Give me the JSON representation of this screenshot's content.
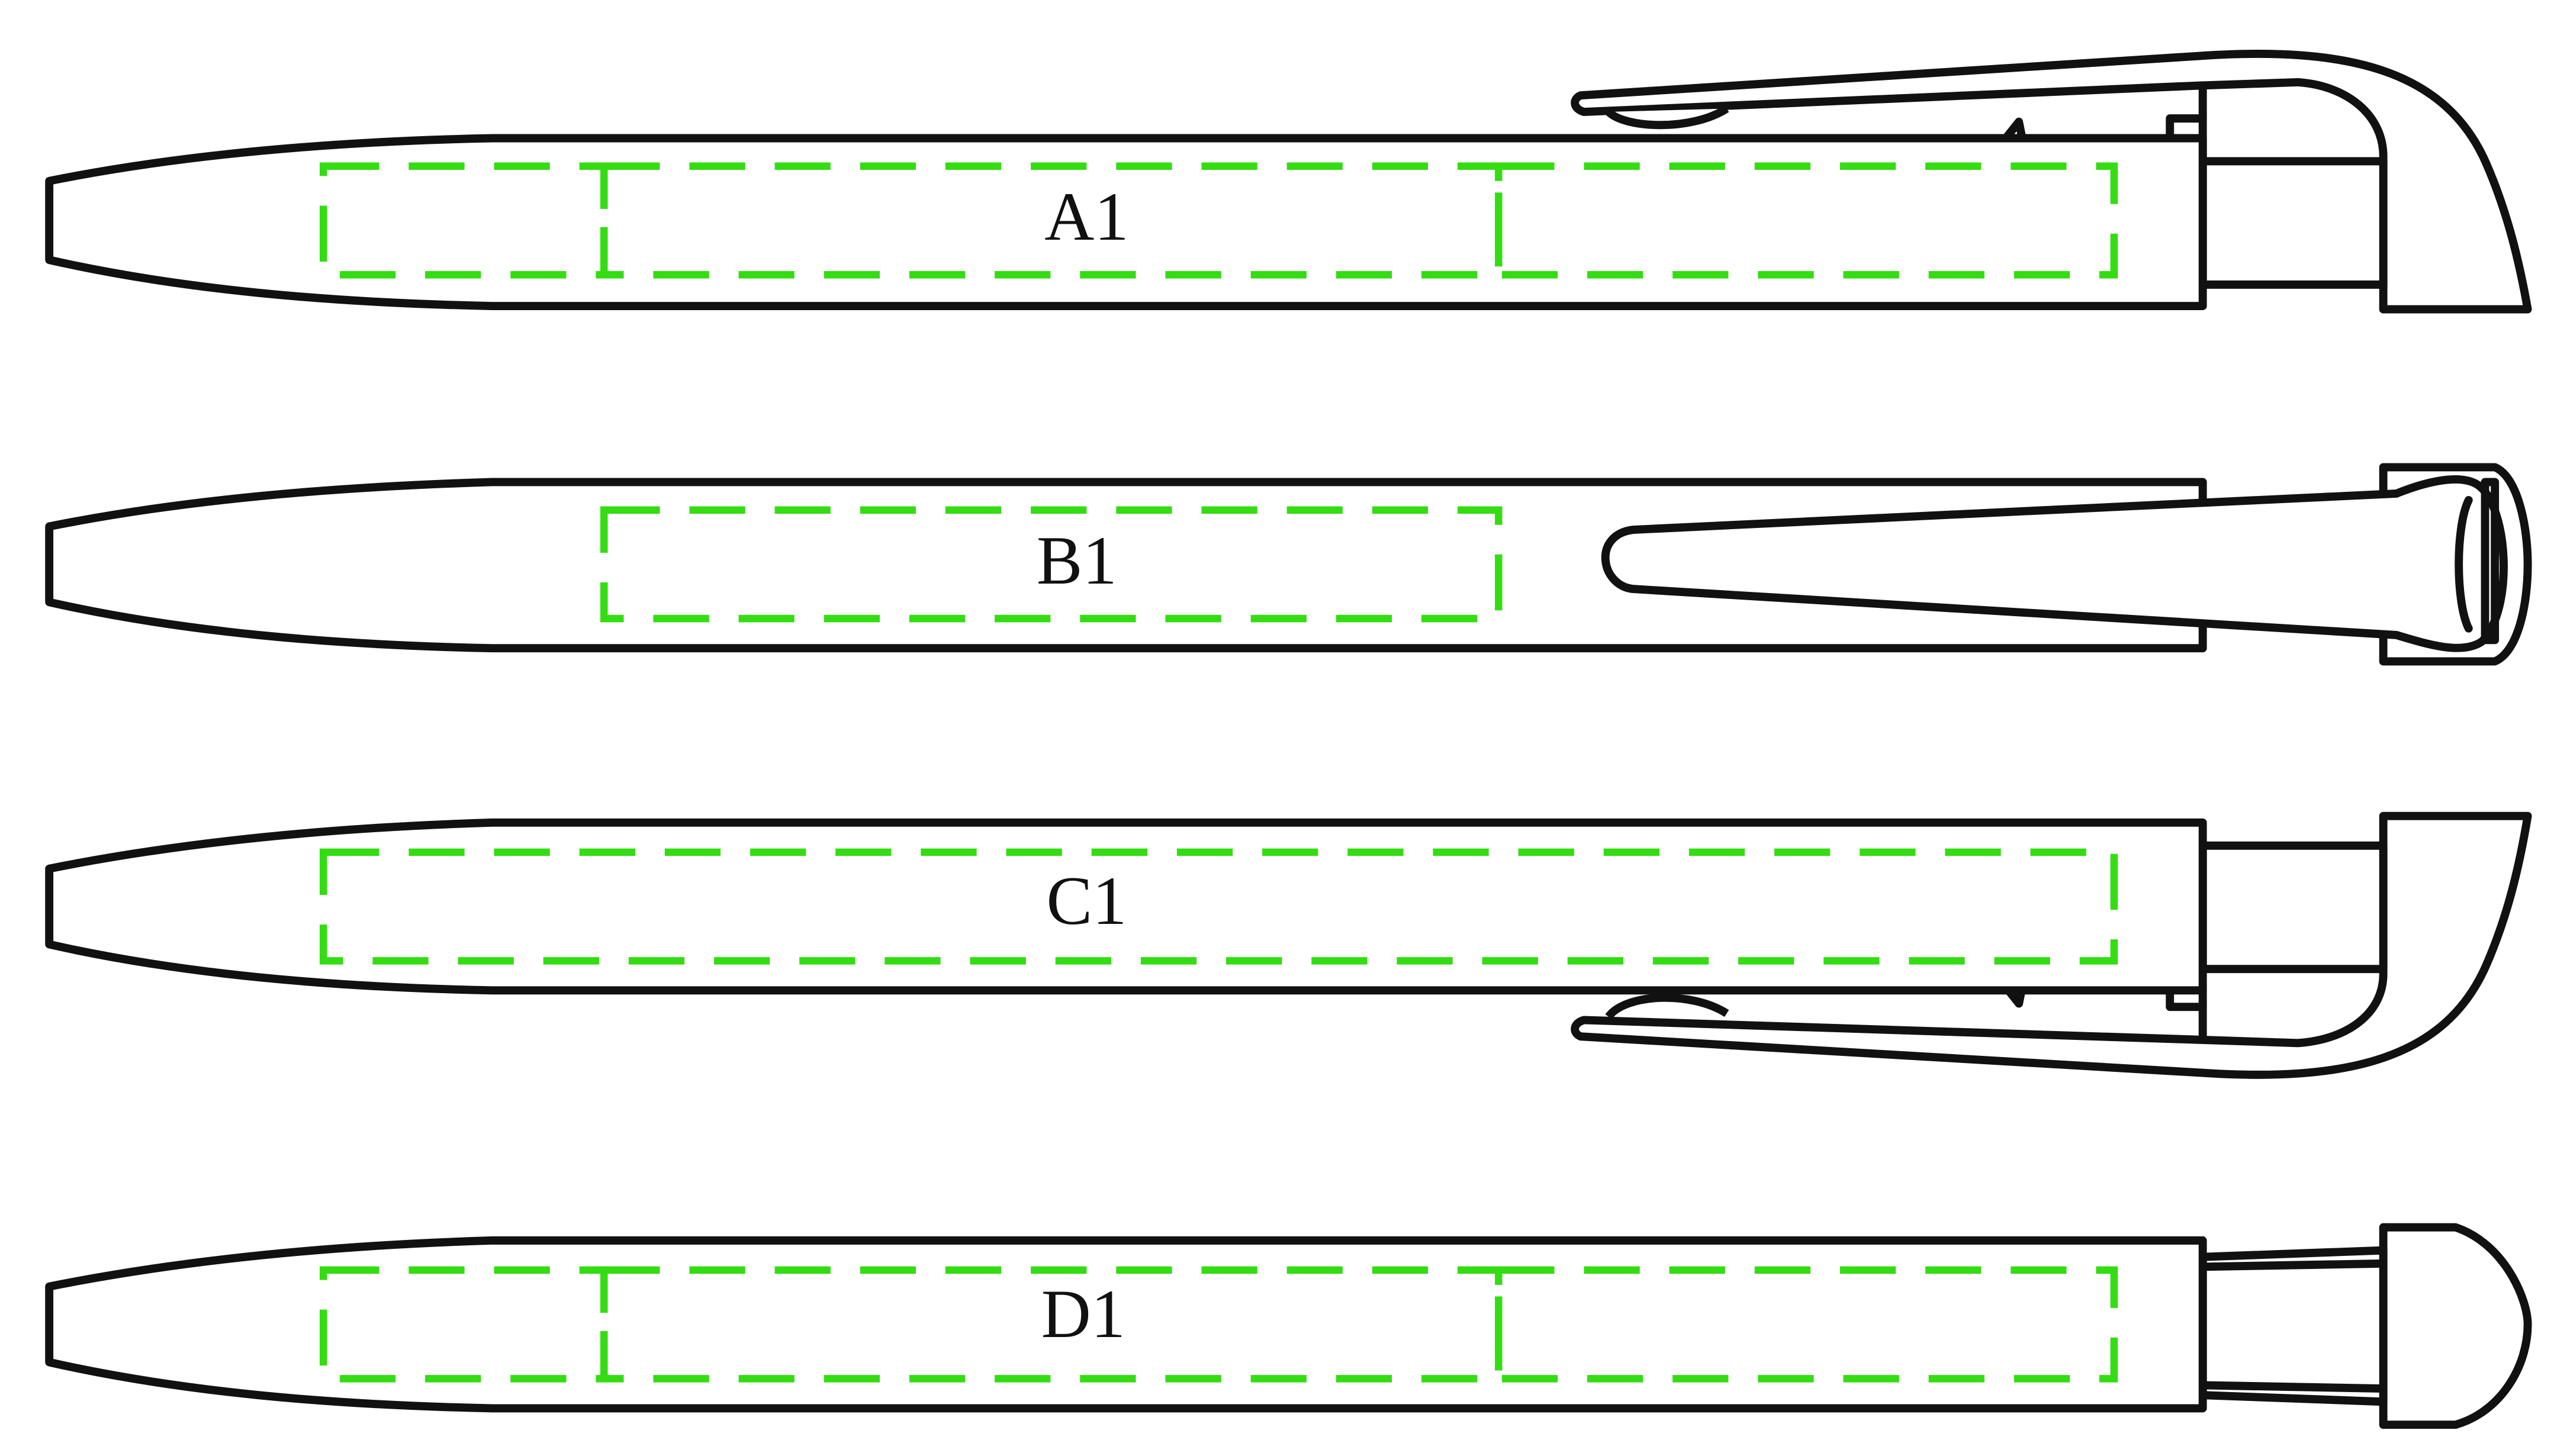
{
  "colors": {
    "outline": "#111111",
    "print_area": "#33dd11",
    "background": "#ffffff"
  },
  "views": [
    {
      "label": "A1"
    },
    {
      "label": "B1"
    },
    {
      "label": "C1"
    },
    {
      "label": "D1"
    }
  ]
}
